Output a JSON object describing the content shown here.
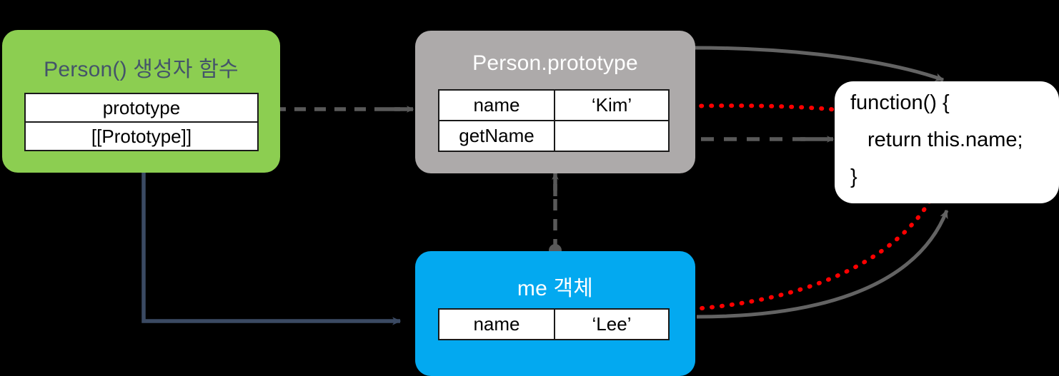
{
  "diagram": {
    "title": "JavaScript prototype chain diagram",
    "background": "#000000",
    "colors": {
      "constructor_box": "#8CCE51",
      "prototype_box": "#ADAAAA",
      "instance_box": "#03A9F0",
      "function_box": "#FFFFFF",
      "reference_arrow": "#595959",
      "this_binding_arrow": "#FF0000",
      "creation_arrow": "#3B4A63",
      "title_text_dark": "#44546A",
      "title_text_light": "#FFFFFF"
    }
  },
  "nodes": {
    "constructor": {
      "title": "Person() 생성자 함수",
      "rows": [
        {
          "key": "prototype",
          "value": ""
        },
        {
          "key": "[[Prototype]]",
          "value": ""
        }
      ]
    },
    "prototype": {
      "title": "Person.prototype",
      "rows": [
        {
          "key": "name",
          "value": "‘Kim’"
        },
        {
          "key": "getName",
          "value": ""
        }
      ]
    },
    "instance": {
      "title": "me 객체",
      "rows": [
        {
          "key": "name",
          "value": "‘Lee’"
        }
      ]
    },
    "function": {
      "lines": [
        "function() {",
        "return this.name;",
        "}"
      ]
    }
  },
  "connectors": [
    {
      "name": "prototype-to-person-prototype",
      "style": "dashed",
      "color": "#595959",
      "from": "constructor.prototype",
      "to": "prototype-box"
    },
    {
      "name": "getname-to-function",
      "style": "dashed",
      "color": "#595959",
      "from": "prototype.getName",
      "to": "function-box"
    },
    {
      "name": "me-proto-link-to-prototype",
      "style": "dashed",
      "color": "#595959",
      "from": "instance-box",
      "to": "prototype-box"
    },
    {
      "name": "constructor-creates-instance",
      "style": "solid",
      "color": "#3B4A63",
      "from": "constructor-box",
      "to": "instance-box"
    },
    {
      "name": "prototype-box-to-function-box",
      "style": "solid-curve",
      "color": "#595959",
      "from": "prototype-box",
      "to": "function-box"
    },
    {
      "name": "instance-box-to-function-box",
      "style": "solid-curve",
      "color": "#595959",
      "from": "instance-box",
      "to": "function-box"
    },
    {
      "name": "this-binds-to-prototype-name",
      "style": "dotted",
      "color": "#FF0000",
      "from": "function-box",
      "to": "prototype.name"
    },
    {
      "name": "this-binds-to-instance-name",
      "style": "dotted",
      "color": "#FF0000",
      "from": "function-box",
      "to": "instance.name"
    }
  ]
}
